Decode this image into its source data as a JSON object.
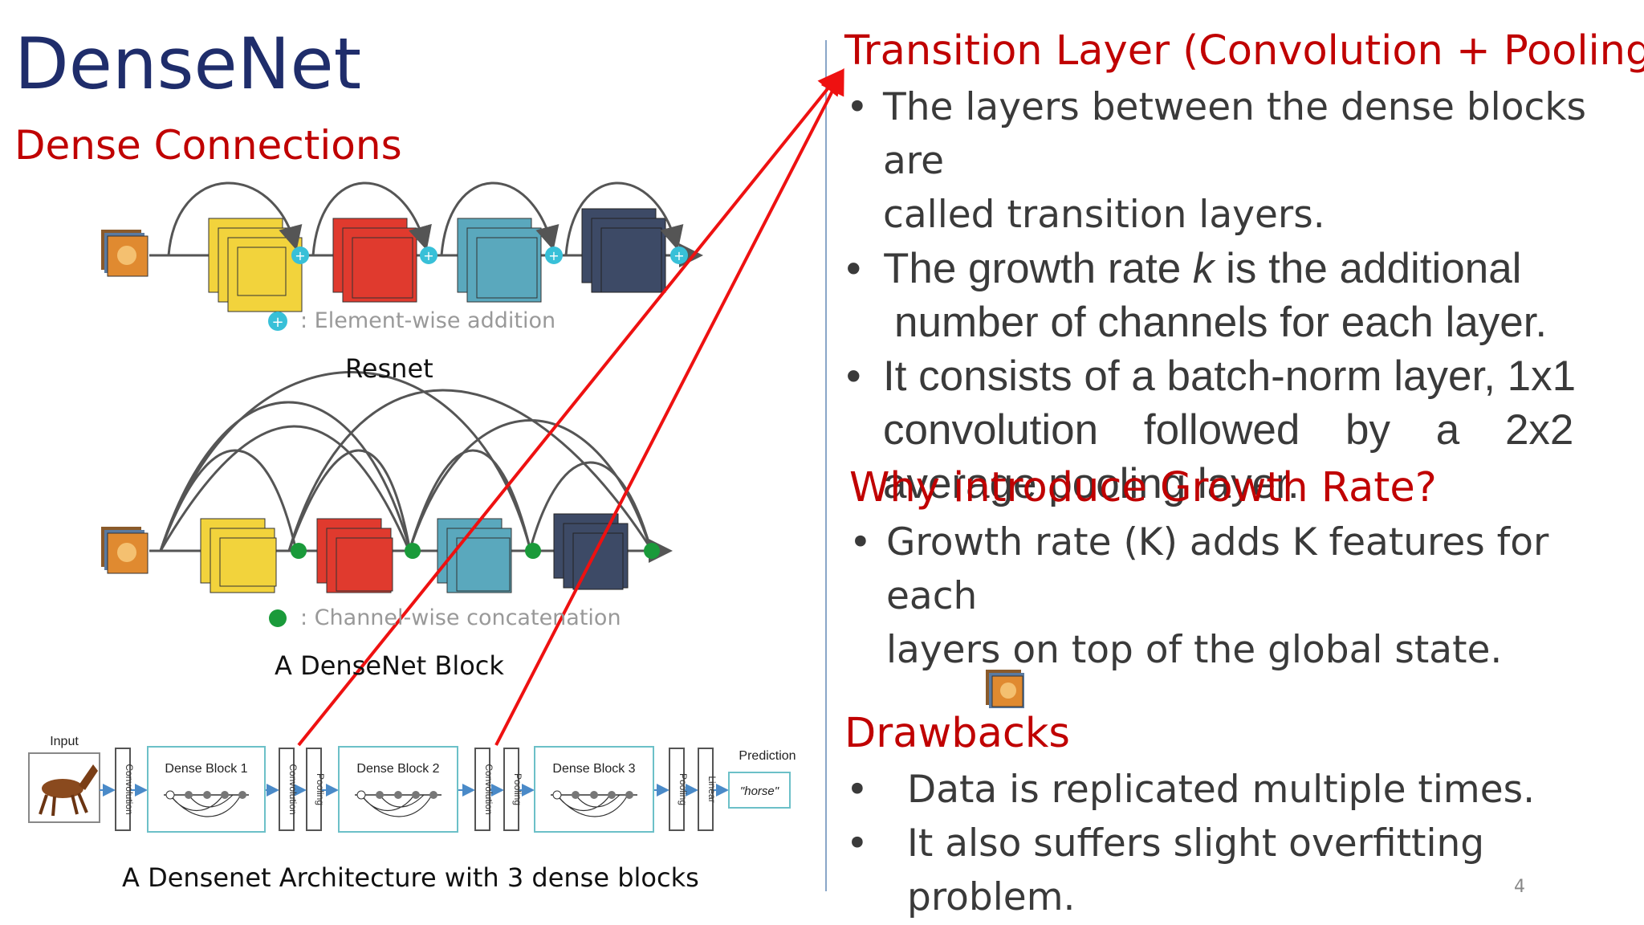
{
  "slide": {
    "title": "DenseNet",
    "subtitle": "Dense Connections",
    "page_number": "4"
  },
  "left": {
    "resnet_legend": ": Element-wise addition",
    "resnet_caption": "Resnet",
    "densenet_legend": ": Channel-wise concatenation",
    "densenet_caption": "A DenseNet Block",
    "arch_caption": "A Densenet Architecture with 3 dense blocks",
    "arch": {
      "input": "Input",
      "prediction": "Prediction",
      "horse": "\"horse\"",
      "block1": "Dense Block 1",
      "block2": "Dense Block 2",
      "block3": "Dense Block 3",
      "convolution": "Convolution",
      "pooling": "Pooling",
      "linear": "Linear"
    }
  },
  "right": {
    "transition_heading": "Transition Layer (Convolution + Pooling)",
    "transition_bullets": [
      [
        "The layers between the dense blocks are",
        "called transition layers."
      ],
      [
        "The growth rate ",
        "k",
        " is the additional",
        "number of channels for each layer."
      ],
      [
        "It consists of a batch-norm layer, 1x1",
        "convolution followed by a 2x2",
        "average pooling layer."
      ]
    ],
    "growth_heading": "Why introduce Growth Rate?",
    "growth_bullets": [
      [
        "Growth rate (K) adds K features for each",
        "layers on top of the global state."
      ]
    ],
    "drawbacks_heading": "Drawbacks",
    "drawbacks_bullets": [
      "Data is replicated multiple times.",
      "It also suffers slight overfitting problem."
    ]
  },
  "colors": {
    "title": "#1f2d6b",
    "accent_red": "#c00000",
    "arrow_red": "#ee1111",
    "yellow": "#f2d33c",
    "red_block": "#e03a2e",
    "teal": "#5aa8bd",
    "navy": "#3d4a66",
    "plus_cyan": "#38c0d8",
    "concat_green": "#1a9a3a",
    "arch_box": "#6cc0c8"
  }
}
